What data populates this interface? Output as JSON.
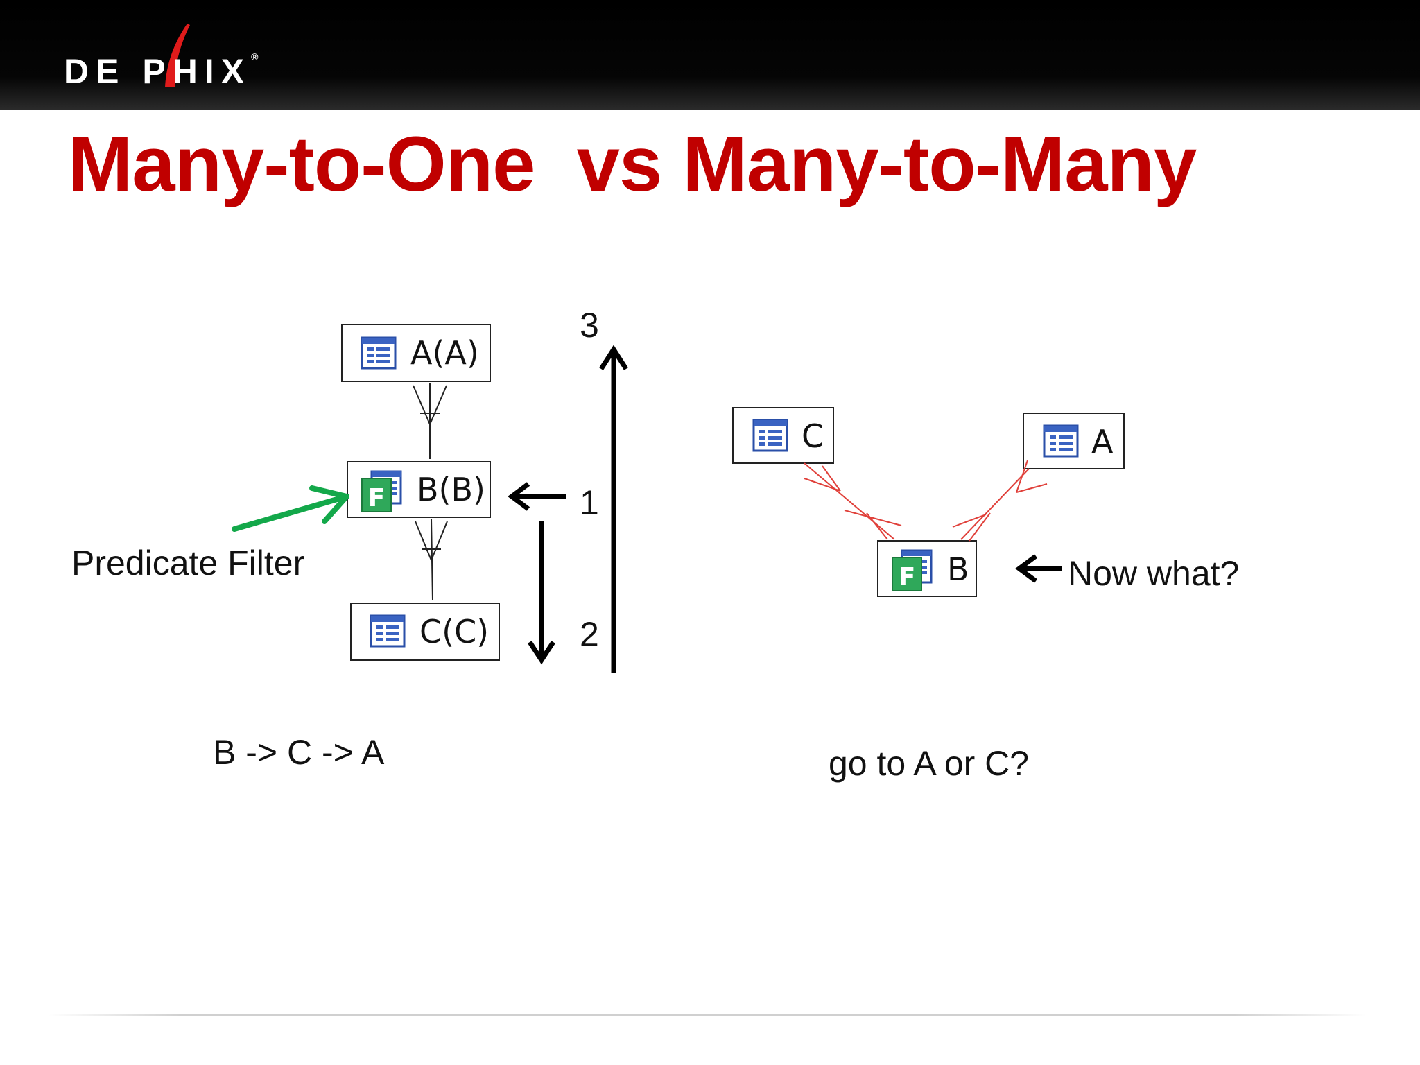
{
  "header": {
    "logo_text": "DE PHIX",
    "logo_mark": "®"
  },
  "slide": {
    "title": "Many-to-One  vs Many-to-Many"
  },
  "left_diagram": {
    "nodes": {
      "a": "A(A)",
      "b": "B(B)",
      "c": "C(C)"
    },
    "filter_label": "Predicate Filter",
    "steps": {
      "one": "1",
      "two": "2",
      "three": "3"
    },
    "order_text": "B -> C -> A"
  },
  "right_diagram": {
    "nodes": {
      "c": "C",
      "a": "A",
      "b": "B"
    },
    "question_label": "Now what?",
    "caption": "go to A or C?"
  },
  "colors": {
    "title_red": "#c00000",
    "filter_arrow_green": "#13a84a",
    "relation_red": "#e0403a"
  }
}
